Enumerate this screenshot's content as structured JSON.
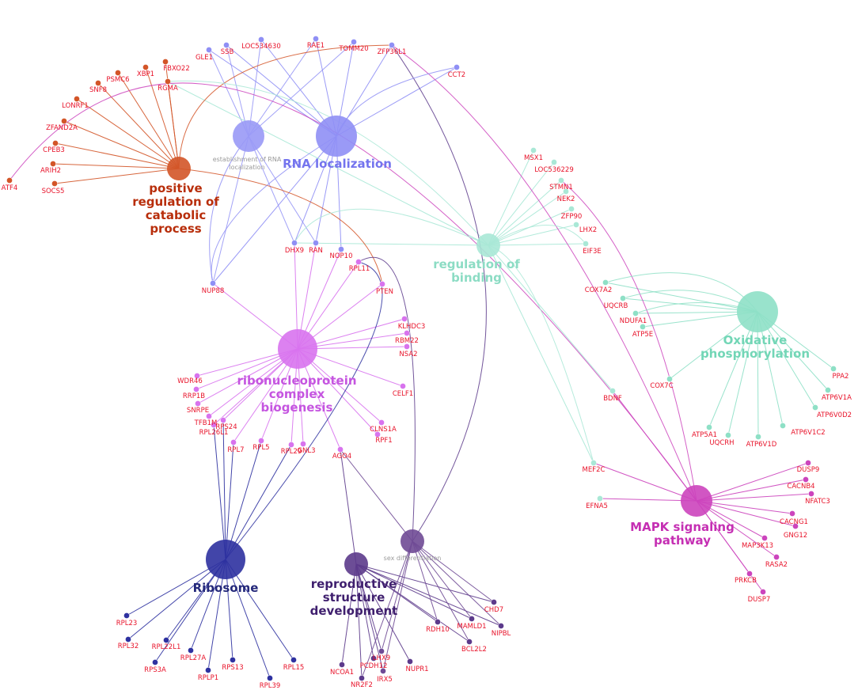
{
  "colors": {
    "catabolic": "#d35528",
    "rna": "#8f8ff5",
    "rna_small": "#9999f6",
    "binding": "#a9e8d6",
    "oxphos": "#8ee0c6",
    "rnp": "#d873ee",
    "ribosome": "#2e31a0",
    "repro": "#5c3a8b",
    "sexdiff": "#6f4a95",
    "mapk": "#cc44bd",
    "label": "#e8132a"
  },
  "hubs": [
    {
      "id": "catabolic",
      "lines": [
        "positive",
        "regulation of",
        "catabolic",
        "process"
      ],
      "color": "#b82e0b"
    },
    {
      "id": "rna_small",
      "lines": [
        "establishment of RNA",
        "localization"
      ],
      "small": true
    },
    {
      "id": "rna",
      "lines": [
        "RNA localization"
      ],
      "color": "#7474ee"
    },
    {
      "id": "binding",
      "lines": [
        "regulation of",
        "binding"
      ],
      "color": "#8cdcc4"
    },
    {
      "id": "oxphos",
      "lines": [
        "Oxidative",
        "phosphorylation"
      ],
      "color": "#72d6b6"
    },
    {
      "id": "rnp",
      "lines": [
        "ribonucleoprotein",
        "complex",
        "biogenesis"
      ],
      "color": "#c555e0"
    },
    {
      "id": "ribosome",
      "lines": [
        "Ribosome"
      ],
      "color": "#24287a"
    },
    {
      "id": "repro",
      "lines": [
        "reproductive",
        "structure",
        "development"
      ],
      "color": "#3f1f6e"
    },
    {
      "id": "sexdiff",
      "lines": [
        "sex differentiation"
      ],
      "small": true
    },
    {
      "id": "mapk",
      "lines": [
        "MAPK signaling",
        "pathway"
      ],
      "color": "#c52fb3"
    }
  ],
  "genes": [
    "ATF4",
    "SOCS5",
    "ARIH2",
    "CPEB3",
    "ZFAND2A",
    "LONRF1",
    "SNF8",
    "PSMC6",
    "XBP1",
    "FBXO22",
    "RGMA",
    "GLE1",
    "SSB",
    "LOC534630",
    "RAE1",
    "TOMM20",
    "ZFP36L1",
    "CCT2",
    "DHX9",
    "RAN",
    "NOP10",
    "NUP88",
    "RPL11",
    "PTEN",
    "MSX1",
    "LOC536229",
    "STMN1",
    "NEK2",
    "ZFP90",
    "LHX2",
    "EIF3E",
    "COX7A2",
    "UQCRB",
    "NDUFA1",
    "ATP5E",
    "COX7C",
    "PPA2",
    "ATP6V1A",
    "ATP6V0D2",
    "ATP6V1C2",
    "ATP6V1D",
    "UQCRH",
    "ATP5A1",
    "KLHDC3",
    "RBM22",
    "NSA2",
    "CELF1",
    "CLNS1A",
    "RPF1",
    "AGO4",
    "GNL3",
    "RPL29",
    "RPL5",
    "RPL7",
    "RPS24",
    "RPL26L1",
    "TFB1M",
    "SNRPE",
    "RRP1B",
    "WDR46",
    "BDNF",
    "MEF2C",
    "EFNA5",
    "DUSP9",
    "CACNB4",
    "NFATC3",
    "CACNG1",
    "GNG12",
    "MAP3K13",
    "RASA2",
    "PRKCB",
    "DUSP7",
    "RPL23",
    "RPL32",
    "RPS3A",
    "RPL22L1",
    "RPL27A",
    "RPLP1",
    "RPS13",
    "RPL39",
    "RPL15",
    "NCOA1",
    "NR2F2",
    "PCDH12",
    "LHX9",
    "IRX5",
    "NUPR1",
    "BCL2L2",
    "RDH10",
    "MAMLD1",
    "NIPBL",
    "CHD7"
  ]
}
